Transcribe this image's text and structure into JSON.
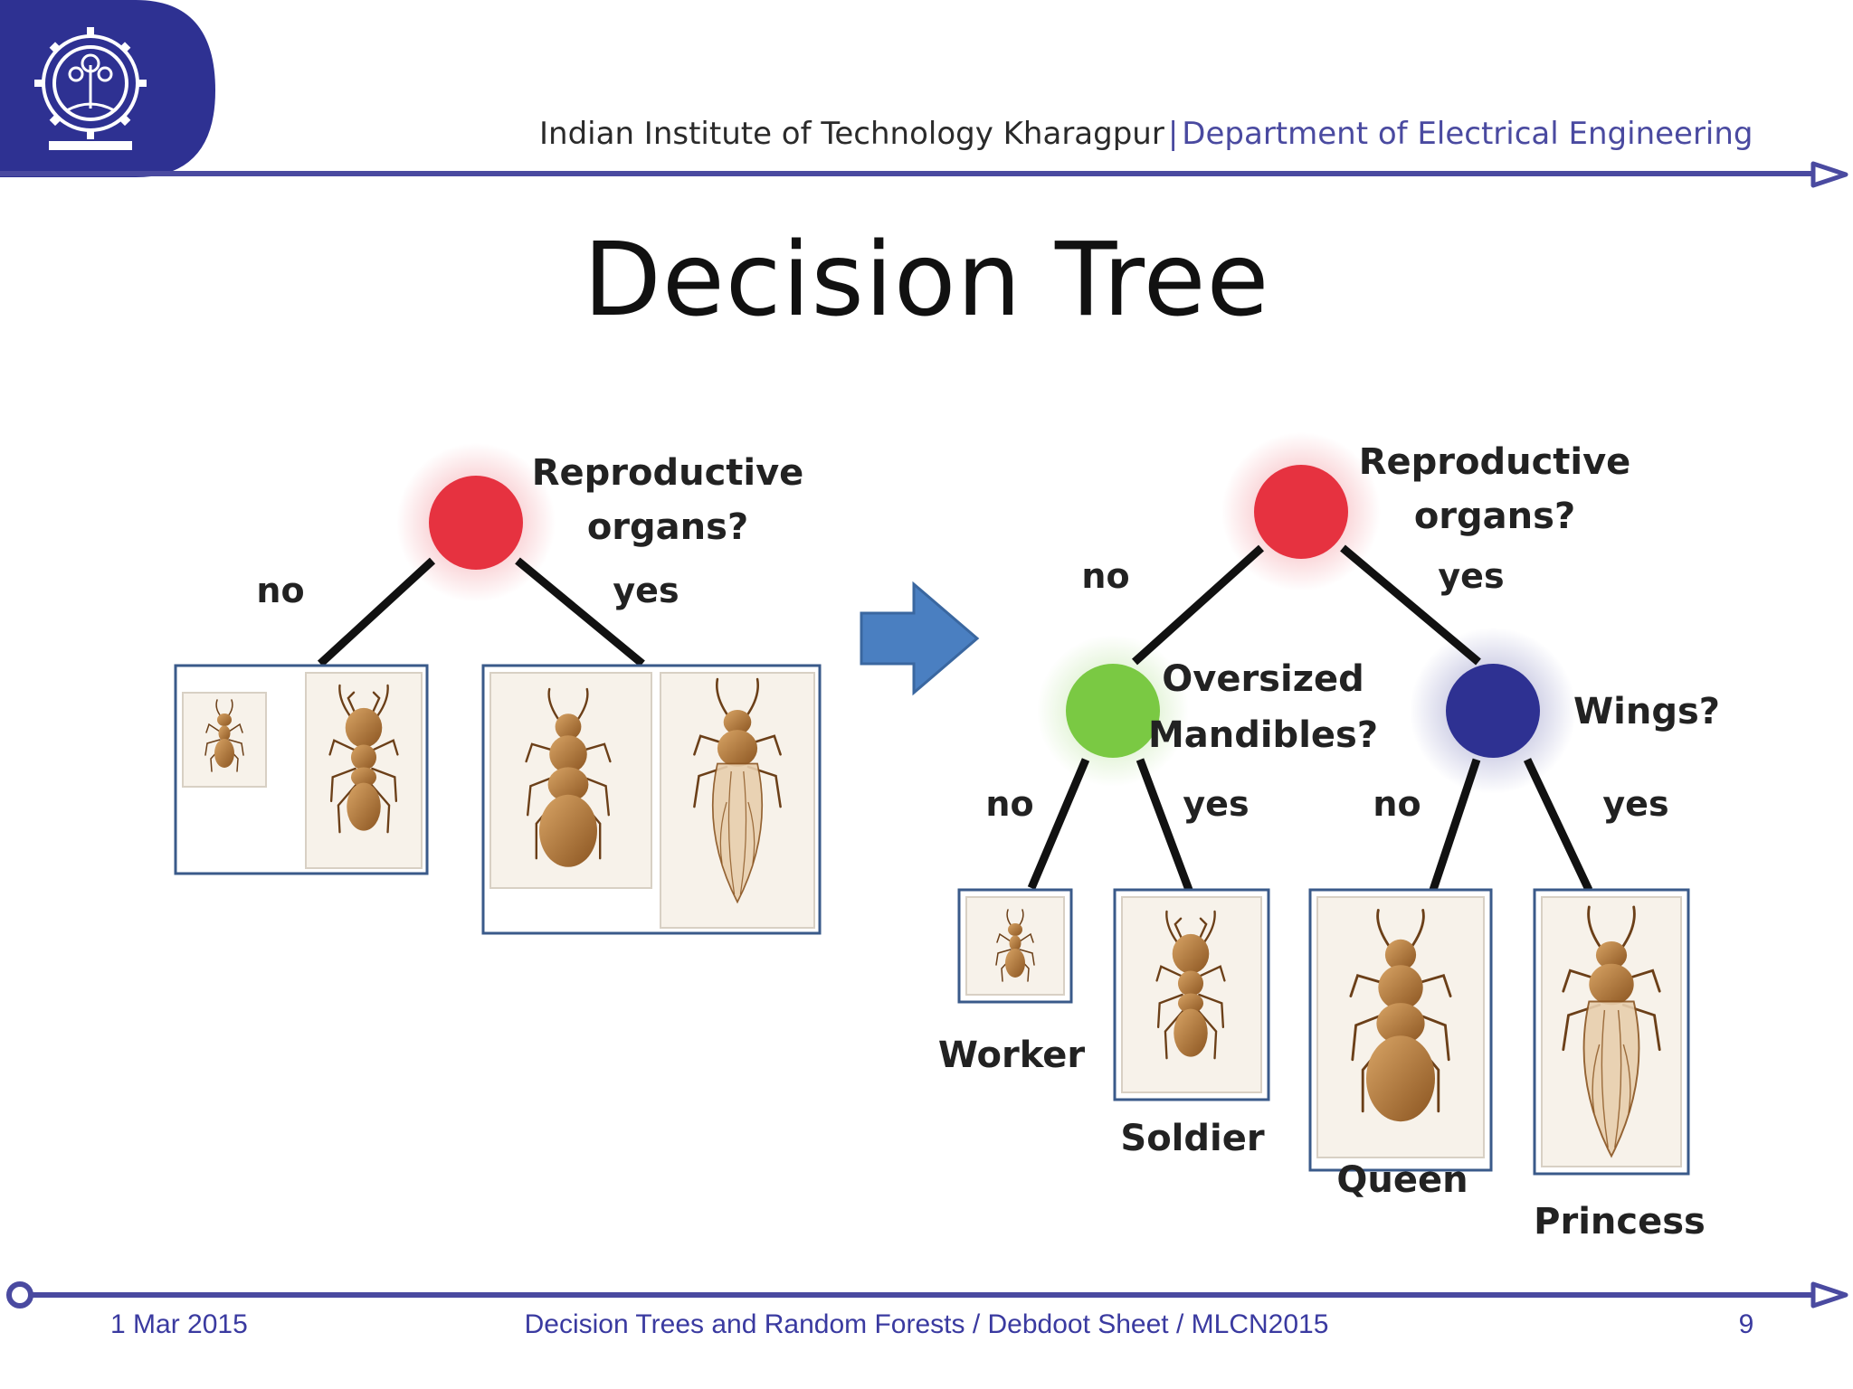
{
  "header": {
    "institute": "Indian Institute of Technology Kharagpur",
    "separator": "|",
    "department": "Department of Electrical Engineering"
  },
  "title": "Decision Tree",
  "diagram": {
    "left_tree": {
      "root_question": [
        "Reproductive",
        "organs?"
      ],
      "no_label": "no",
      "yes_label": "yes"
    },
    "right_tree": {
      "root_question": [
        "Reproductive",
        "organs?"
      ],
      "root_no": "no",
      "root_yes": "yes",
      "left_question": [
        "Oversized",
        "Mandibles?"
      ],
      "left_no": "no",
      "left_yes": "yes",
      "right_question": "Wings?",
      "right_no": "no",
      "right_yes": "yes",
      "leaves": [
        "Worker",
        "Soldier",
        "Queen",
        "Princess"
      ]
    },
    "colors": {
      "root_node": "#e63240",
      "mandibles_node": "#7ac943",
      "wings_node": "#2e3192",
      "arrow": "#4a7fc1",
      "box_border": "#3a5a8a"
    }
  },
  "footer": {
    "date": "1 Mar 2015",
    "title": "Decision Trees and Random Forests / Debdoot Sheet / MLCN2015",
    "page": "9"
  }
}
